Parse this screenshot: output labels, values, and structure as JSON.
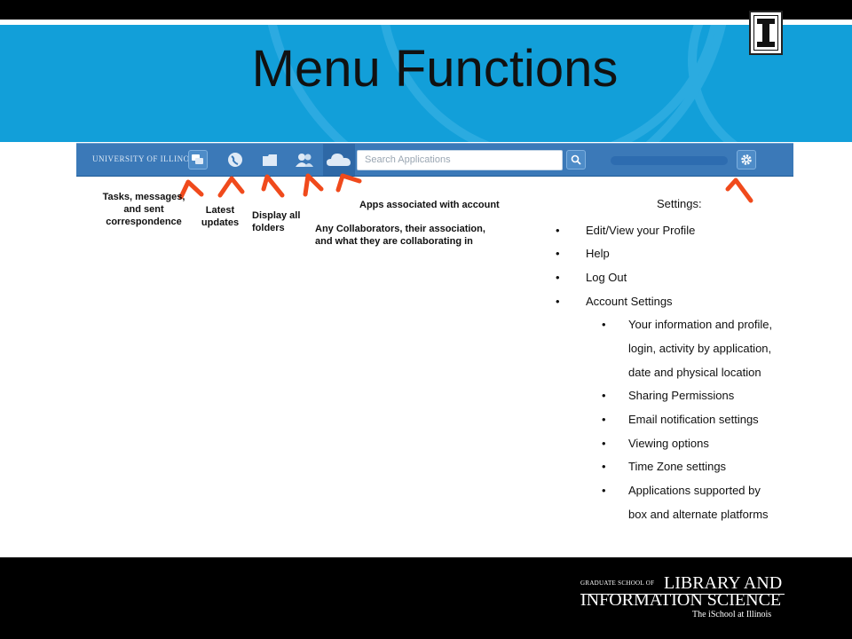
{
  "slide": {
    "title": "Menu Functions"
  },
  "appbar": {
    "brand": "University of Illinois",
    "search_placeholder": "Search Applications"
  },
  "annotations": {
    "tasks": "Tasks, messages, and sent correspondence",
    "updates": "Latest updates",
    "folders": "Display all folders",
    "collaborators": "Any Collaborators, their association, and what they are collaborating in",
    "apps": "Apps associated with account"
  },
  "settings": {
    "title": "Settings:",
    "items": [
      "Edit/View your Profile",
      "Help",
      "Log Out",
      "Account Settings"
    ],
    "sub_items": [
      "Your information and profile,",
      "login, activity by application,",
      "date and physical location",
      "Sharing Permissions",
      "Email notification settings",
      "Viewing options",
      "Time Zone settings",
      "Applications supported by",
      "box and alternate platforms"
    ],
    "bullet": "•"
  },
  "footer": {
    "line_small": "GRADUATE SCHOOL OF",
    "line_big1": "LIBRARY AND",
    "line_big2": "INFORMATION SCIENCE",
    "line_sub": "The iSchool at Illinois"
  },
  "colors": {
    "banner": "#129fd9",
    "appbar": "#3b79b8",
    "arrow": "#f04a1c"
  }
}
